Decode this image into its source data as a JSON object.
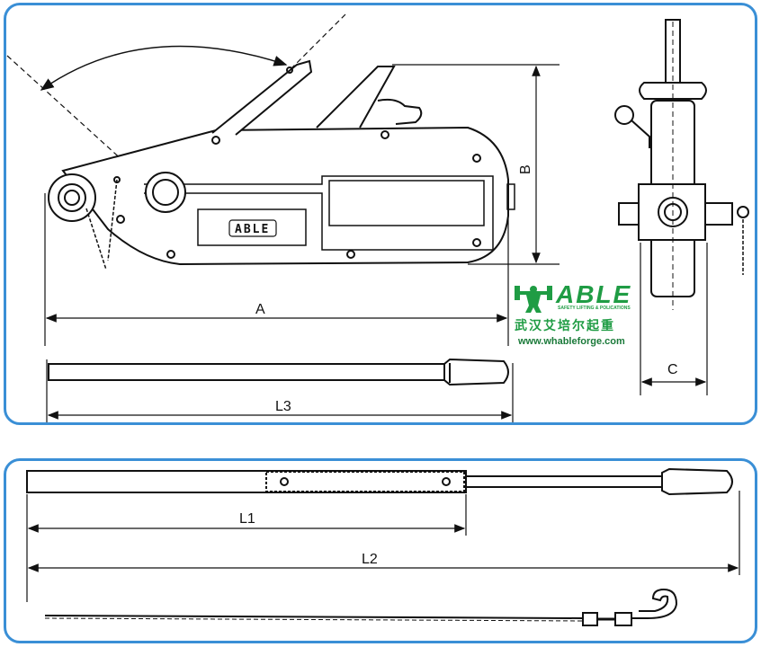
{
  "dimensions": {
    "A": "A",
    "B": "B",
    "C": "C",
    "L3": "L3",
    "L1": "L1",
    "L2": "L2"
  },
  "plate_label": "ABLE",
  "logo": {
    "wordmark": "ABLE",
    "tagline": "SAFETY LIFTING & POLICATIONS",
    "chinese_name": "武汉艾培尔起重",
    "website": "www.whableforge.com"
  },
  "colors": {
    "frame": "#3a8fd6",
    "brand_green": "#1f9c44",
    "line": "#111111"
  }
}
